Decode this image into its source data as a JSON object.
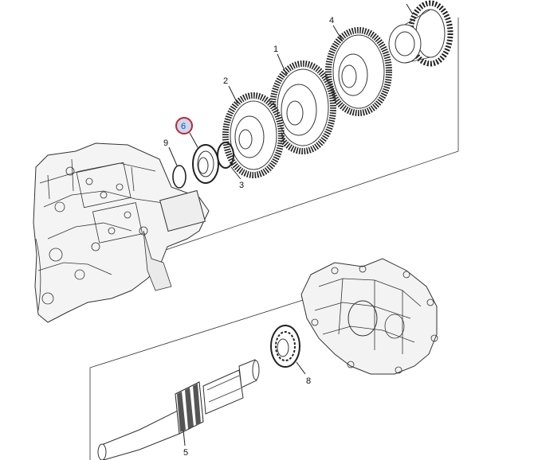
{
  "diagram": {
    "callouts": [
      {
        "id": "1",
        "label": "1"
      },
      {
        "id": "2",
        "label": "2"
      },
      {
        "id": "3",
        "label": "3"
      },
      {
        "id": "4",
        "label": "4"
      },
      {
        "id": "5",
        "label": "5"
      },
      {
        "id": "6",
        "label": "6",
        "highlighted": true
      },
      {
        "id": "8",
        "label": "8"
      },
      {
        "id": "9",
        "label": "9"
      }
    ],
    "highlight_color": "#c0262d",
    "highlight_fill": "#c9d8f0"
  }
}
